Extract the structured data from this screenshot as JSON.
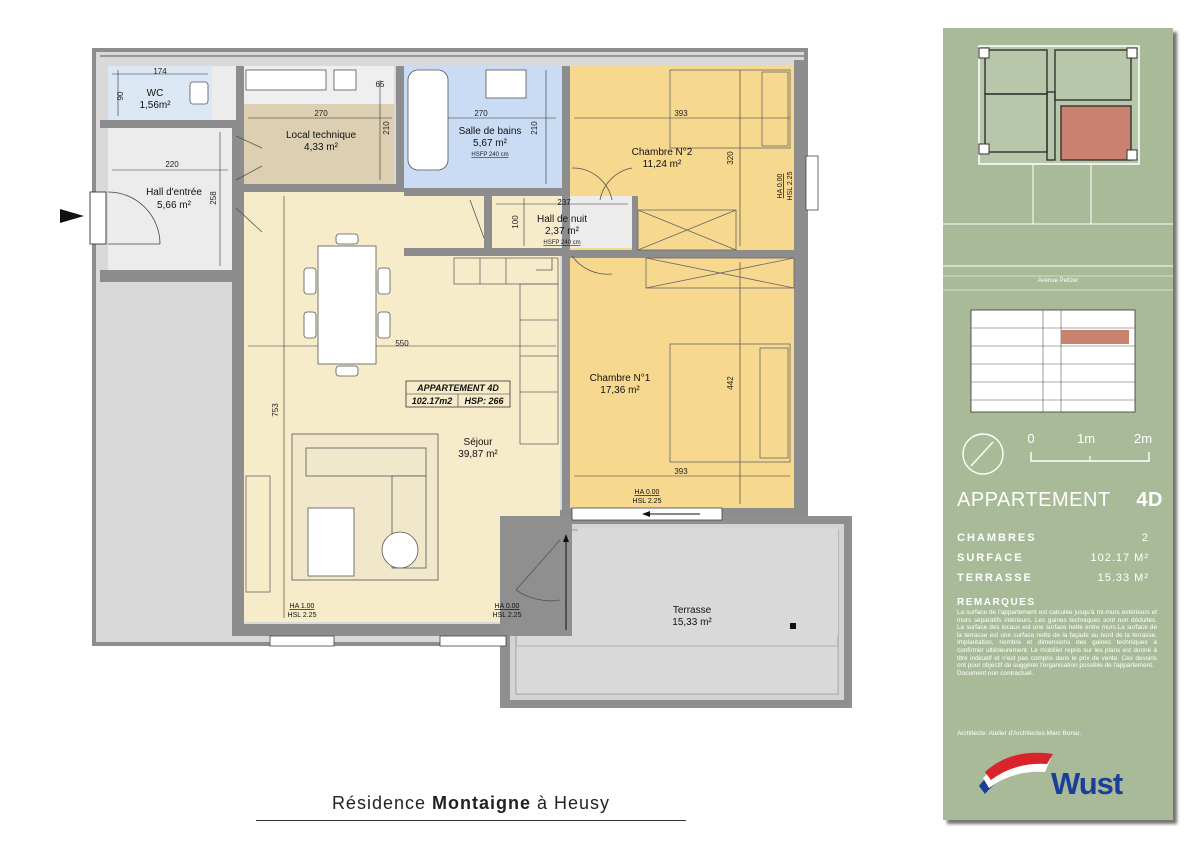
{
  "plan": {
    "apartment_box": {
      "name": "APPARTEMENT 4D",
      "area": "102.17m2",
      "hsp": "HSP: 266"
    },
    "rooms": {
      "wc": {
        "name": "WC",
        "area": "1,56m²"
      },
      "local": {
        "name": "Local technique",
        "area": "4,33 m²"
      },
      "bain": {
        "name": "Salle de bains",
        "area": "5,67 m²",
        "note": "HSFP 240 cm"
      },
      "ch2": {
        "name": "Chambre N°2",
        "area": "11,24 m²"
      },
      "hall": {
        "name": "Hall d'entrée",
        "area": "5,66 m²"
      },
      "nuit": {
        "name": "Hall de nuit",
        "area": "2,37 m²",
        "note": "HSFP 240 cm"
      },
      "ch1": {
        "name": "Chambre N°1",
        "area": "17,36 m²"
      },
      "sejour": {
        "name": "Séjour",
        "area": "39,87 m²"
      },
      "terrasse": {
        "name": "Terrasse",
        "area": "15,33 m²"
      }
    },
    "dims": {
      "d174": "174",
      "d90": "90",
      "d65": "65",
      "d270a": "270",
      "d210a": "210",
      "d270b": "270",
      "d210b": "210",
      "d393a": "393",
      "d320": "320",
      "d220": "220",
      "d258": "258",
      "d237": "237",
      "d100": "100",
      "d550": "550",
      "d753": "753",
      "d442": "442",
      "d393b": "393"
    },
    "heights": {
      "ha1": "HA 0.00",
      "hsl1": "HSL 2.25",
      "ha2": "HA 0.00",
      "hsl2": "HSL 2.25",
      "ha3": "HA 1.00",
      "hsl3": "HSL 2.25",
      "ha4": "HA 0.00",
      "hsl4": "HSL 2.25"
    }
  },
  "caption": {
    "prefix": "Résidence ",
    "bold": "Montaigne",
    "suffix": " à Heusy"
  },
  "panel": {
    "street": "Avenue Peltzer",
    "scale": {
      "s0": "0",
      "s1": "1m",
      "s2": "2m"
    },
    "title": "APPARTEMENT",
    "unit": "4D",
    "rows": [
      {
        "label": "CHAMBRES",
        "value": "2"
      },
      {
        "label": "SURFACE",
        "value": "102.17 M²"
      },
      {
        "label": "TERRASSE",
        "value": "15.33 M²"
      }
    ],
    "remarks_title": "REMARQUES",
    "remarks_text": "La surface de l'appartement est calculée jusqu'à mi-murs extérieurs et murs séparatifs intérieurs. Les gaines techniques sont non déduites. La surface des locaux est une surface nette entre murs.La surface de la terrasse est une surface nette de la façade au bord de la terrasse. Implantation, nombre et dimensions des gaines techniques à confirmer ultérieurement. Le mobilier repris sur les plans est donné à titre indicatif et n'est pas compris dans le prix de vente. Ces dessins ont pour objectif de suggérer l'organisation possible de l'appartement.",
    "disclaimer": "Document non contractuel.",
    "architect": "Architecte: Atelier d'Architectes Marc Borsu.",
    "brand": "Wust",
    "colors": {
      "panel_bg": "#a9ba98",
      "highlight": "#c8826f",
      "brand_blue": "#1a3f98",
      "brand_red": "#d8242a"
    }
  }
}
